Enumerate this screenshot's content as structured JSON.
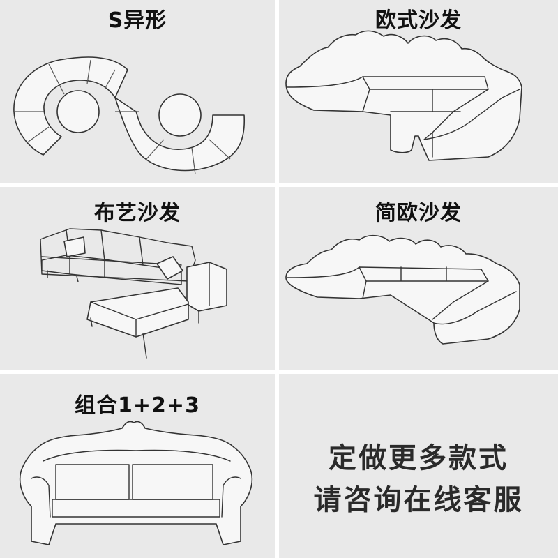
{
  "tiles": [
    {
      "label": "S异形",
      "icon": "s-shaped-sofa-icon"
    },
    {
      "label": "欧式沙发",
      "icon": "european-sofa-icon"
    },
    {
      "label": "布艺沙发",
      "icon": "fabric-sofa-icon"
    },
    {
      "label": "简欧沙发",
      "icon": "simple-european-sofa-icon"
    },
    {
      "label": "组合1+2+3",
      "icon": "combination-sofa-icon"
    }
  ],
  "notice": {
    "line1": "定做更多款式",
    "line2": "请咨询在线客服"
  }
}
